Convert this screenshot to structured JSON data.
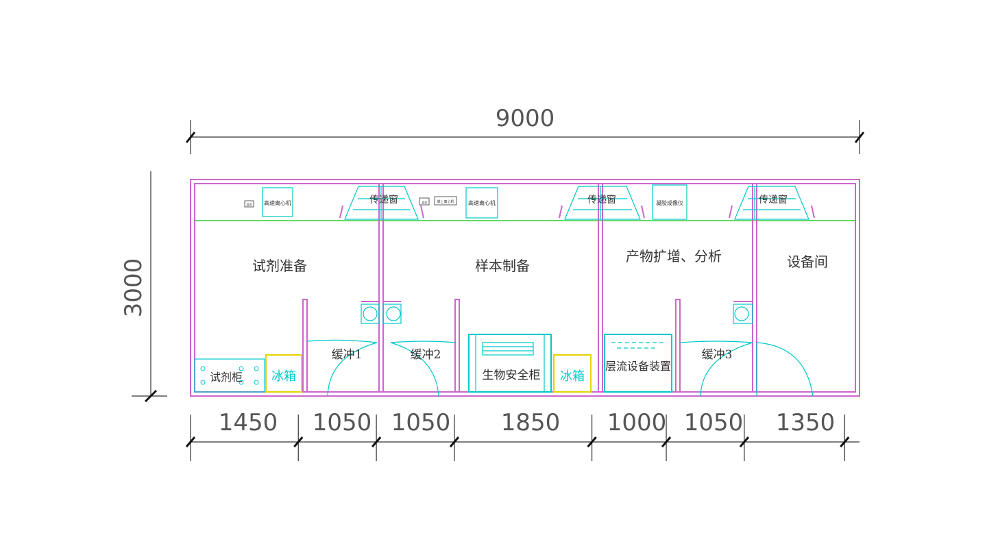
{
  "dimensions": {
    "overall_width": "9000",
    "overall_height": "3000",
    "segments": [
      "1450",
      "1050",
      "1050",
      "1850",
      "1000",
      "1050",
      "1350"
    ]
  },
  "rooms": {
    "reagent_prep": "试剂准备",
    "sample_prep": "样本制备",
    "amplification": "产物扩增、分析",
    "equipment_room": "设备间",
    "buffer1": "缓冲1",
    "buffer2": "缓冲2",
    "buffer3": "缓冲3"
  },
  "equipment": {
    "pass_box": "传递窗",
    "centrifuge_1": "高速离心机",
    "centrifuge_2": "高速离心机",
    "gel_imager": "凝胶成像仪",
    "small_device_1": "漩涡",
    "small_device_2": "漩涡",
    "small_device_3": "掌上离心机",
    "reagent_cabinet": "试剂柜",
    "fridge": "冰箱",
    "biosafety_cabinet": "生物安全柜",
    "laminar_flow": "层流设备装置"
  },
  "colors": {
    "wall": "#cc66cc",
    "equipment": "#00c8c8",
    "bench_line": "#33cc33"
  }
}
